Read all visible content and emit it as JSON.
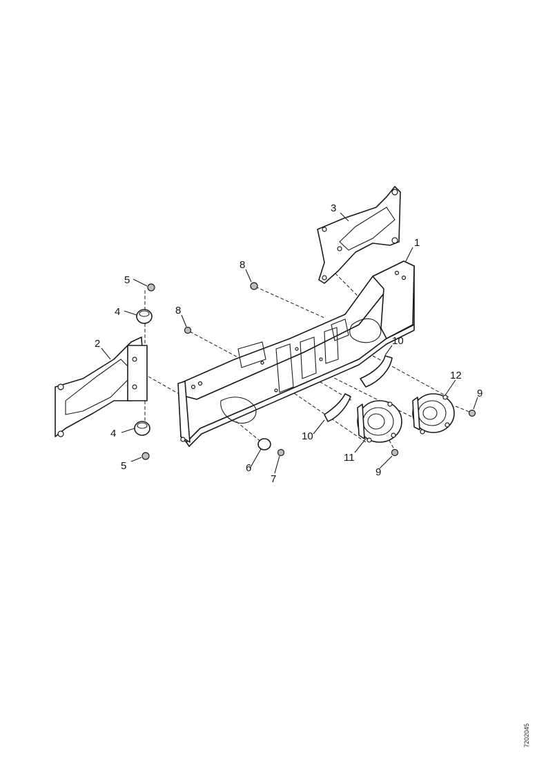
{
  "callouts": [
    {
      "id": "c1",
      "label": "1"
    },
    {
      "id": "c2",
      "label": "2"
    },
    {
      "id": "c3",
      "label": "3"
    },
    {
      "id": "c4a",
      "label": "4"
    },
    {
      "id": "c4b",
      "label": "4"
    },
    {
      "id": "c5a",
      "label": "5"
    },
    {
      "id": "c5b",
      "label": "5"
    },
    {
      "id": "c6",
      "label": "6"
    },
    {
      "id": "c7",
      "label": "7"
    },
    {
      "id": "c8a",
      "label": "8"
    },
    {
      "id": "c8b",
      "label": "8"
    },
    {
      "id": "c9a",
      "label": "9"
    },
    {
      "id": "c9b",
      "label": "9"
    },
    {
      "id": "c10a",
      "label": "10"
    },
    {
      "id": "c10b",
      "label": "10"
    },
    {
      "id": "c11",
      "label": "11"
    },
    {
      "id": "c12",
      "label": "12"
    }
  ],
  "reference_code": "7202045"
}
